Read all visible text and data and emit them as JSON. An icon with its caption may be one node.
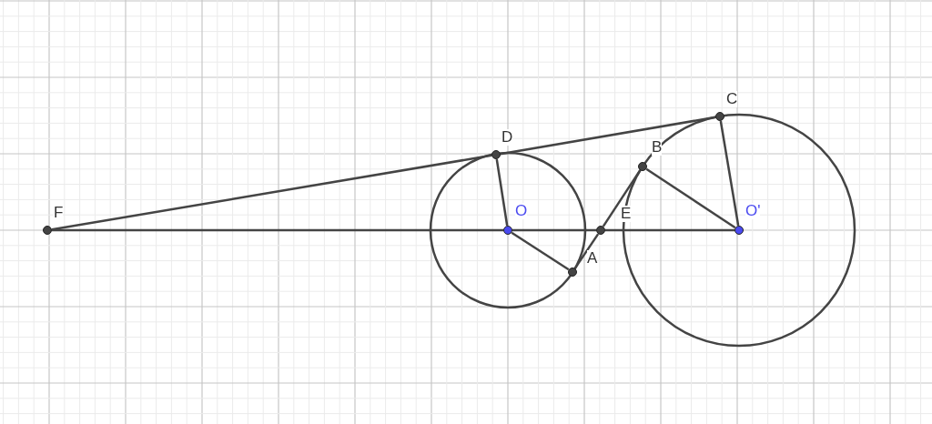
{
  "diagram": {
    "nodes": [
      {
        "text": [
          "F"
        ]
      },
      {
        "text": [
          "D"
        ]
      },
      {
        "text": [
          "C"
        ]
      },
      {
        "text": [
          "B"
        ]
      },
      {
        "text": [
          "O"
        ]
      },
      {
        "text": [
          "E"
        ]
      },
      {
        "text": [
          "O'"
        ]
      },
      {
        "text": [
          "A"
        ]
      }
    ],
    "edges": [
      {
        "from": 0,
        "to": 1,
        "arrow": "none"
      },
      {
        "from": 1,
        "to": 2,
        "arrow": "none"
      },
      {
        "from": 0,
        "to": 4,
        "arrow": "none"
      },
      {
        "from": 4,
        "to": 5,
        "arrow": "none"
      },
      {
        "from": 5,
        "to": 6,
        "arrow": "none"
      },
      {
        "from": 4,
        "to": 1,
        "arrow": "none"
      },
      {
        "from": 4,
        "to": 7,
        "arrow": "none"
      },
      {
        "from": 7,
        "to": 5,
        "arrow": "none"
      },
      {
        "from": 5,
        "to": 3,
        "arrow": "none"
      },
      {
        "from": 6,
        "to": 2,
        "arrow": "none"
      },
      {
        "from": 6,
        "to": 3,
        "arrow": "none"
      }
    ]
  }
}
